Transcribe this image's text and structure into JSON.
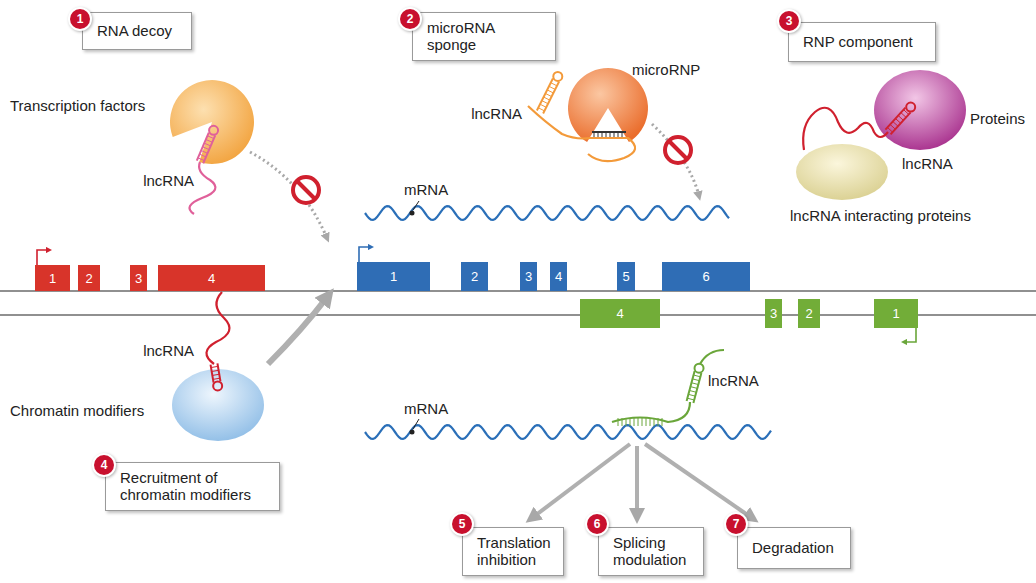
{
  "diagram": {
    "nodes": [
      {
        "text": [
          "RNA decoy"
        ]
      },
      {
        "text": [
          "microRNA sponge"
        ]
      },
      {
        "text": [
          "RNP component"
        ]
      },
      {
        "text": [
          "1"
        ]
      },
      {
        "text": [
          "2"
        ]
      },
      {
        "text": [
          "3"
        ]
      },
      {
        "text": [
          "4"
        ]
      },
      {
        "text": [
          "1"
        ]
      },
      {
        "text": [
          "2"
        ]
      },
      {
        "text": [
          "3"
        ]
      },
      {
        "text": [
          "4"
        ]
      },
      {
        "text": [
          "5"
        ]
      },
      {
        "text": [
          "6"
        ]
      },
      {
        "text": [
          "4"
        ]
      },
      {
        "text": [
          "3"
        ]
      },
      {
        "text": [
          "2"
        ]
      },
      {
        "text": [
          "1"
        ]
      },
      {
        "text": [
          "Recruitment of chromatin modifiers"
        ]
      },
      {
        "text": [
          "Translation inhibition"
        ]
      },
      {
        "text": [
          "Splicing modulation"
        ]
      },
      {
        "text": [
          "Degradation"
        ]
      }
    ],
    "labels": [
      "1",
      "2",
      "3",
      "4",
      "5",
      "6",
      "7",
      "Transcription factors",
      "lncRNA",
      "lncRNA",
      "microRNP",
      "Proteins",
      "lncRNA",
      "lncRNA interacting proteins",
      "mRNA",
      "lncRNA",
      "Chromatin modifiers",
      "mRNA",
      "lncRNA"
    ]
  }
}
